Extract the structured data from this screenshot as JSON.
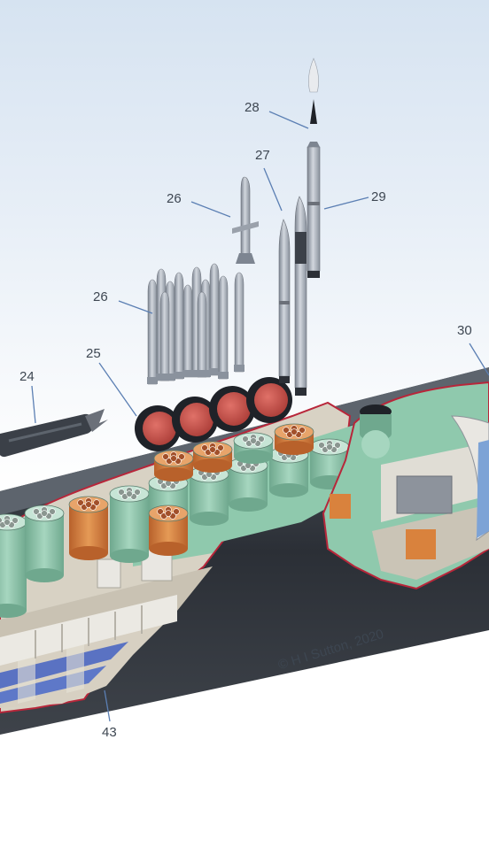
{
  "colors": {
    "hull_dark": "#2b2f36",
    "hull_mid": "#444a52",
    "cutaway_edge": "#b8263a",
    "green_interior": "#8fc9ad",
    "orange_tube": "#d9823d",
    "tube_cap_red": "#c9504a",
    "missile_body": "#a9b0bb",
    "leader_line": "#5b7fb3",
    "label_text": "#3e4752"
  },
  "callouts": [
    {
      "id": "28",
      "text": "28"
    },
    {
      "id": "27",
      "text": "27"
    },
    {
      "id": "29",
      "text": "29"
    },
    {
      "id": "26a",
      "text": "26"
    },
    {
      "id": "26b",
      "text": "26"
    },
    {
      "id": "25",
      "text": "25"
    },
    {
      "id": "24",
      "text": "24"
    },
    {
      "id": "30",
      "text": "30"
    },
    {
      "id": "43",
      "text": "43"
    }
  ],
  "credit": "© H I Sutton, 2020"
}
